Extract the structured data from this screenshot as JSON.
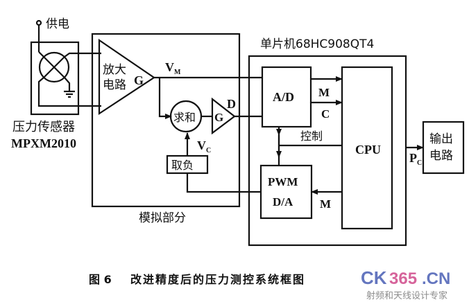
{
  "diagram": {
    "power_label": "供电",
    "sensor": {
      "name": "压力传感器",
      "model": "MPXM2010"
    },
    "analog_section": {
      "label": "模拟部分",
      "amplifier": {
        "line1": "放大",
        "line2": "电路",
        "gain": "G"
      },
      "summer": {
        "label": "求和"
      },
      "gain_stage": {
        "gain": "G",
        "output": "D"
      },
      "negate": {
        "label": "取负"
      },
      "signal_vm": {
        "main": "V",
        "sub": "M"
      },
      "signal_vc": {
        "main": "V",
        "sub": "C"
      }
    },
    "mcu": {
      "label": "单片机68HC908QT4",
      "adc": {
        "label": "A/D",
        "out1": "M",
        "out2": "C"
      },
      "control_label": "控制",
      "cpu": {
        "label": "CPU"
      },
      "pwm": {
        "line1": "PWM",
        "line2": "D/A",
        "input": "M"
      }
    },
    "output": {
      "line1": "输出",
      "line2": "电路",
      "signal": {
        "main": "P",
        "sub": "C"
      }
    }
  },
  "caption": {
    "number": "图 6",
    "title": "改进精度后的压力测控系统框图"
  },
  "watermark": {
    "logo_part1": "CK",
    "logo_part2": "365",
    "logo_part3": ".CN",
    "tagline": "射频和天线设计专家",
    "colors": {
      "blue": "#4a5fb5",
      "pink": "#d04a8a",
      "gray": "#8c8c8c"
    }
  }
}
